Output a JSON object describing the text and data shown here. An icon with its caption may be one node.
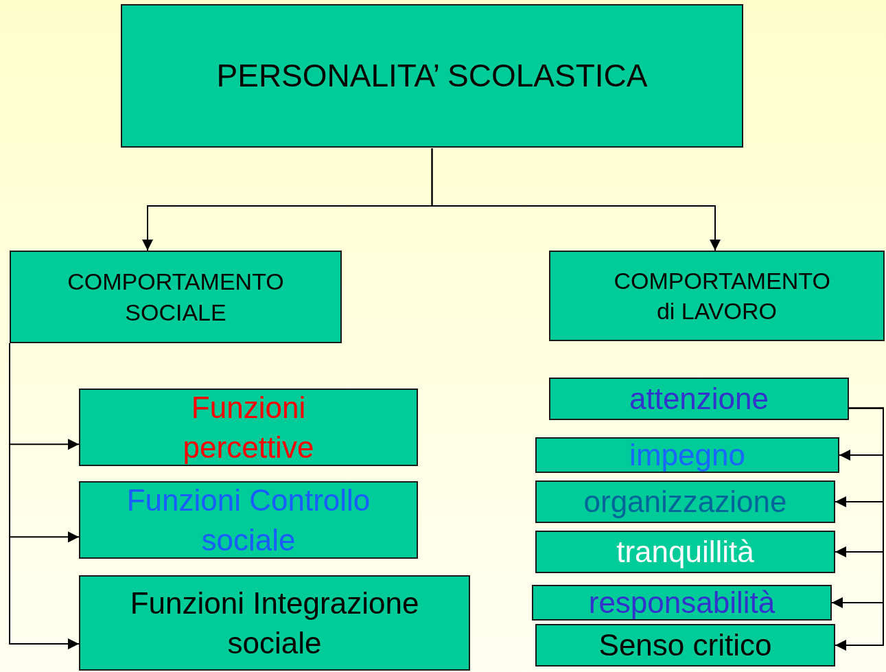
{
  "diagram": {
    "nodes": [
      {
        "text": [
          "PERSONALITA’ SCOLASTICA"
        ]
      },
      {
        "text": [
          "COMPORTAMENTO SOCIALE"
        ]
      },
      {
        "text": [
          "COMPORTAMENTO di LAVORO"
        ]
      },
      {
        "text": [
          "Funzioni percettive"
        ]
      },
      {
        "text": [
          "Funzioni Controllo sociale"
        ]
      },
      {
        "text": [
          "Funzioni Integrazione sociale"
        ]
      },
      {
        "text": [
          "attenzione"
        ]
      },
      {
        "text": [
          "impegno"
        ]
      },
      {
        "text": [
          "organizzazione"
        ]
      },
      {
        "text": [
          "tranquillità"
        ]
      },
      {
        "text": [
          "responsabilità"
        ]
      },
      {
        "text": [
          "Senso critico"
        ]
      }
    ],
    "edges": [
      {
        "from": 0,
        "to": 1,
        "arrow": "to"
      },
      {
        "from": 0,
        "to": 2,
        "arrow": "to"
      },
      {
        "from": 1,
        "to": 3,
        "arrow": "to"
      },
      {
        "from": 1,
        "to": 4,
        "arrow": "to"
      },
      {
        "from": 1,
        "to": 5,
        "arrow": "to"
      },
      {
        "from": 6,
        "to": 7,
        "arrow": "to"
      },
      {
        "from": 6,
        "to": 8,
        "arrow": "to"
      },
      {
        "from": 6,
        "to": 9,
        "arrow": "to"
      },
      {
        "from": 6,
        "to": 10,
        "arrow": "to"
      },
      {
        "from": 6,
        "to": 11,
        "arrow": "to"
      }
    ]
  }
}
